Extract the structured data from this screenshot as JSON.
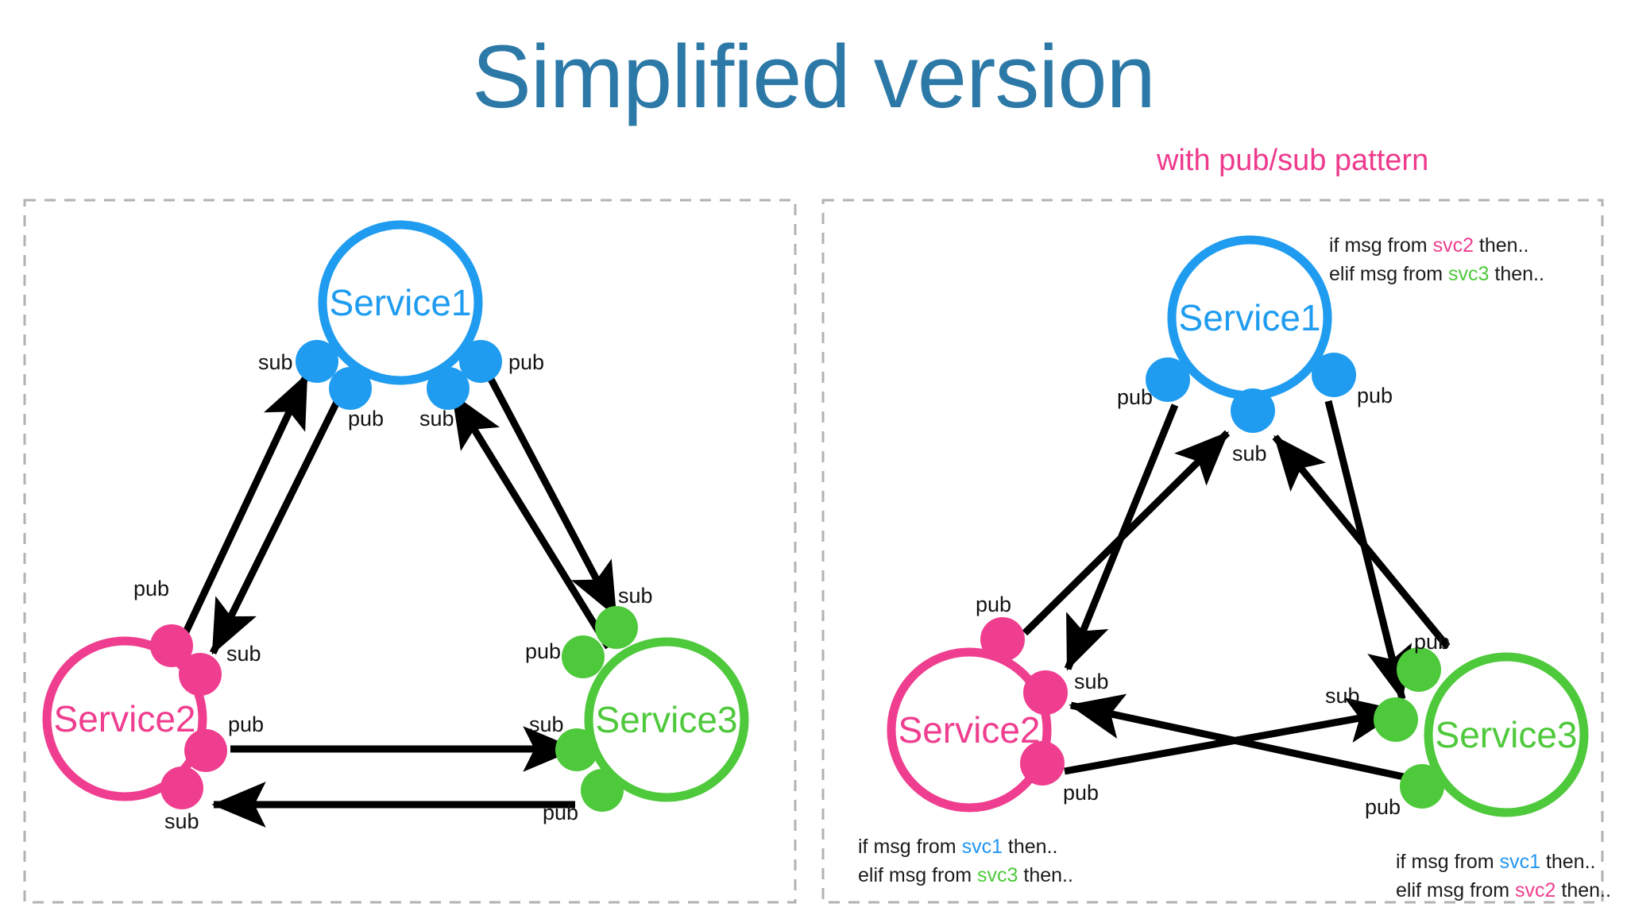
{
  "header": {
    "title": "Simplified version",
    "subtitle": "with pub/sub pattern",
    "title_color": "#2c79a8",
    "subtitle_color": "#ee3a8c"
  },
  "palette": {
    "service1": "#1f9cf0",
    "service2": "#ef3e8f",
    "service3": "#4fc93c",
    "arrow": "#000000",
    "panel_border": "#b0b0b0",
    "background": "#ffffff"
  },
  "panels": [
    {
      "id": "left-panel",
      "name": "direct-messaging-panel",
      "services": [
        {
          "id": "s1",
          "label": "Service1",
          "color": "#1f9cf0",
          "ports": [
            {
              "kind": "sub",
              "label": "sub"
            },
            {
              "kind": "pub",
              "label": "pub"
            },
            {
              "kind": "sub",
              "label": "sub"
            },
            {
              "kind": "pub",
              "label": "pub"
            }
          ]
        },
        {
          "id": "s2",
          "label": "Service2",
          "color": "#ef3e8f",
          "ports": [
            {
              "kind": "pub",
              "label": "pub"
            },
            {
              "kind": "sub",
              "label": "sub"
            },
            {
              "kind": "pub",
              "label": "pub"
            },
            {
              "kind": "sub",
              "label": "sub"
            }
          ]
        },
        {
          "id": "s3",
          "label": "Service3",
          "color": "#4fc93c",
          "ports": [
            {
              "kind": "sub",
              "label": "sub"
            },
            {
              "kind": "pub",
              "label": "pub"
            },
            {
              "kind": "sub",
              "label": "sub"
            },
            {
              "kind": "pub",
              "label": "pub"
            }
          ]
        }
      ],
      "notes": []
    },
    {
      "id": "right-panel",
      "name": "pubsub-broker-panel",
      "services": [
        {
          "id": "s1",
          "label": "Service1",
          "color": "#1f9cf0",
          "ports": [
            {
              "kind": "pub",
              "label": "pub"
            },
            {
              "kind": "sub",
              "label": "sub"
            },
            {
              "kind": "pub",
              "label": "pub"
            }
          ]
        },
        {
          "id": "s2",
          "label": "Service2",
          "color": "#ef3e8f",
          "ports": [
            {
              "kind": "pub",
              "label": "pub"
            },
            {
              "kind": "sub",
              "label": "sub"
            },
            {
              "kind": "pub",
              "label": "pub"
            }
          ]
        },
        {
          "id": "s3",
          "label": "Service3",
          "color": "#4fc93c",
          "ports": [
            {
              "kind": "pub",
              "label": "pub"
            },
            {
              "kind": "sub",
              "label": "sub"
            },
            {
              "kind": "pub",
              "label": "pub"
            }
          ]
        }
      ],
      "notes": [
        {
          "id": "note-s1",
          "for": "Service1",
          "lines": [
            {
              "pre": "if msg from ",
              "code": "svc2",
              "code_color": "#ef3e8f",
              "post": " then.."
            },
            {
              "pre": "elif msg from ",
              "code": "svc3",
              "code_color": "#4fc93c",
              "post": " then.."
            }
          ]
        },
        {
          "id": "note-s2",
          "for": "Service2",
          "lines": [
            {
              "pre": "if msg from ",
              "code": "svc1",
              "code_color": "#2196f3",
              "post": " then.."
            },
            {
              "pre": "elif msg from ",
              "code": "svc3",
              "code_color": "#4fc93c",
              "post": " then.."
            }
          ]
        },
        {
          "id": "note-s3",
          "for": "Service3",
          "lines": [
            {
              "pre": "if msg from ",
              "code": "svc1",
              "code_color": "#2196f3",
              "post": " then.."
            },
            {
              "pre": "elif msg from ",
              "code": "svc2",
              "code_color": "#ef3e8f",
              "post": " then.."
            }
          ]
        }
      ]
    }
  ],
  "port_labels": {
    "left": {
      "s1_sub_a": "sub",
      "s1_pub_a": "pub",
      "s1_sub_b": "sub",
      "s1_pub_b": "pub",
      "s2_pub_a": "pub",
      "s2_sub_a": "sub",
      "s2_pub_b": "pub",
      "s2_sub_b": "sub",
      "s3_sub_a": "sub",
      "s3_pub_a": "pub",
      "s3_sub_b": "sub",
      "s3_pub_b": "pub"
    },
    "right": {
      "s1_pub_l": "pub",
      "s1_sub_c": "sub",
      "s1_pub_r": "pub",
      "s2_pub_t": "pub",
      "s2_sub_r": "sub",
      "s2_pub_b": "pub",
      "s3_pub_t": "pub",
      "s3_sub_l": "sub",
      "s3_pub_b": "pub"
    }
  }
}
